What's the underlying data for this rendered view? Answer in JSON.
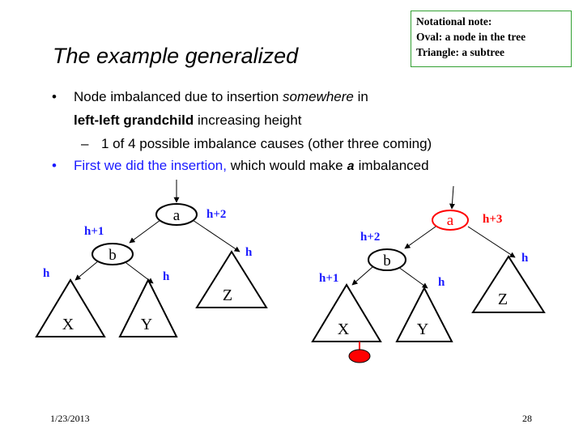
{
  "title": "The example generalized",
  "note": {
    "line1": "Notational note:",
    "line2": "Oval: a node in the tree",
    "line3": "Triangle: a subtree"
  },
  "bullets": {
    "b1_part1": "Node imbalanced due to insertion ",
    "b1_italic": "somewhere",
    "b1_part2": " in",
    "b1_line2_bold": "left-left grandchild",
    "b1_line2_rest": " increasing height",
    "sub1": "1 of 4 possible imbalance causes (other three coming)",
    "b2_blue": "First we did the insertion,",
    "b2_rest": " which would make ",
    "b2_code": "a",
    "b2_end": " imbalanced"
  },
  "left_tree": {
    "node_a": "a",
    "node_b": "b",
    "h_a": "h+2",
    "h_b": "h+1",
    "h_x": "h",
    "h_y": "h",
    "h_z": "h",
    "tri_x": "X",
    "tri_y": "Y",
    "tri_z": "Z"
  },
  "right_tree": {
    "node_a": "a",
    "node_b": "b",
    "h_a": "h+3",
    "h_b": "h+2",
    "h_x": "h+1",
    "h_y": "h",
    "h_z": "h",
    "tri_x": "X",
    "tri_y": "Y",
    "tri_z": "Z"
  },
  "colors": {
    "label_blue": "#1a1aff",
    "highlight_red": "#ff0000"
  },
  "footer": {
    "date": "1/23/2013",
    "page": "28"
  }
}
